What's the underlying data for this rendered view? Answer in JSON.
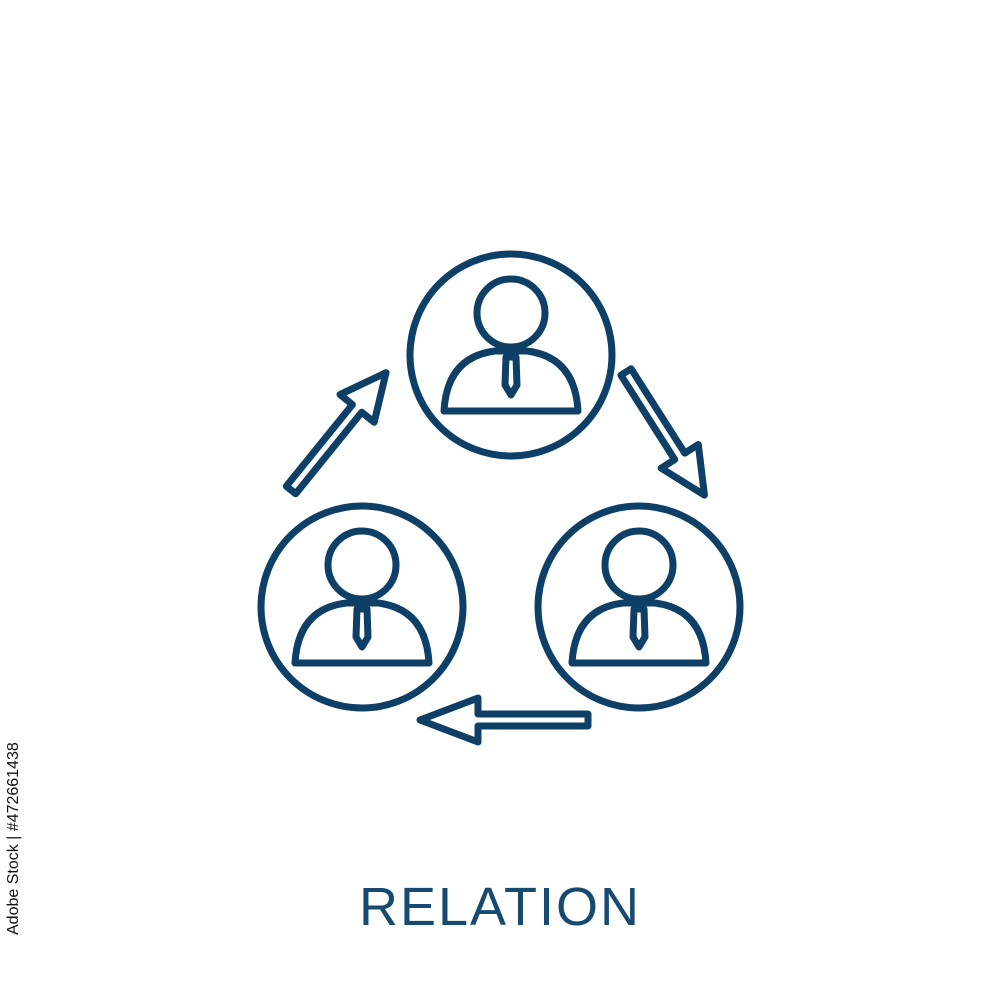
{
  "icon": {
    "name": "relation-icon",
    "caption": "RELATION",
    "people": [
      "person-top",
      "person-bottom-left",
      "person-bottom-right"
    ],
    "arrows": [
      "arrow-top-to-right",
      "arrow-right-to-left",
      "arrow-left-to-top"
    ]
  },
  "colors": {
    "stroke": "#0e3f66",
    "caption": "#164a70",
    "stock_id": "#111111",
    "background": "#ffffff"
  },
  "stock_id": "Adobe Stock | #472661438"
}
